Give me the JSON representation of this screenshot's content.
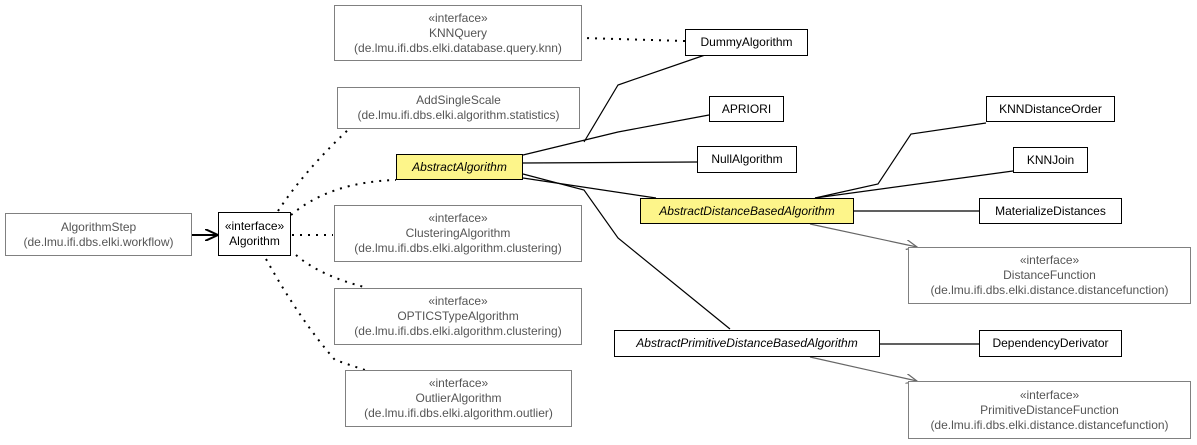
{
  "nodes": {
    "knnquery": {
      "stereotype": "«interface»",
      "name": "KNNQuery",
      "package": "(de.lmu.ifi.dbs.elki.database.query.knn)"
    },
    "addsinglescale": {
      "name": "AddSingleScale",
      "package": "(de.lmu.ifi.dbs.elki.algorithm.statistics)"
    },
    "algorithmstep": {
      "name": "AlgorithmStep",
      "package": "(de.lmu.ifi.dbs.elki.workflow)"
    },
    "algorithm": {
      "stereotype": "«interface»",
      "name": "Algorithm"
    },
    "clustering": {
      "stereotype": "«interface»",
      "name": "ClusteringAlgorithm",
      "package": "(de.lmu.ifi.dbs.elki.algorithm.clustering)"
    },
    "optics": {
      "stereotype": "«interface»",
      "name": "OPTICSTypeAlgorithm",
      "package": "(de.lmu.ifi.dbs.elki.algorithm.clustering)"
    },
    "outlier": {
      "stereotype": "«interface»",
      "name": "OutlierAlgorithm",
      "package": "(de.lmu.ifi.dbs.elki.algorithm.outlier)"
    },
    "abstractalgorithm": {
      "name": "AbstractAlgorithm"
    },
    "dummy": {
      "name": "DummyAlgorithm"
    },
    "apriori": {
      "name": "APRIORI"
    },
    "nullalg": {
      "name": "NullAlgorithm"
    },
    "adba": {
      "name": "AbstractDistanceBasedAlgorithm"
    },
    "apdba": {
      "name": "AbstractPrimitiveDistanceBasedAlgorithm"
    },
    "knndistanceorder": {
      "name": "KNNDistanceOrder"
    },
    "knnjoin": {
      "name": "KNNJoin"
    },
    "materialize": {
      "name": "MaterializeDistances"
    },
    "distancefunction": {
      "stereotype": "«interface»",
      "name": "DistanceFunction",
      "package": "(de.lmu.ifi.dbs.elki.distance.distancefunction)"
    },
    "dependency": {
      "name": "DependencyDerivator"
    },
    "primitivedistance": {
      "stereotype": "«interface»",
      "name": "PrimitiveDistanceFunction",
      "package": "(de.lmu.ifi.dbs.elki.distance.distancefunction)"
    }
  },
  "colors": {
    "highlight_fill": "#fdf58a",
    "external_border": "#808080",
    "external_text": "#555555",
    "own_border": "#000000",
    "arrow_gray": "#666666"
  }
}
